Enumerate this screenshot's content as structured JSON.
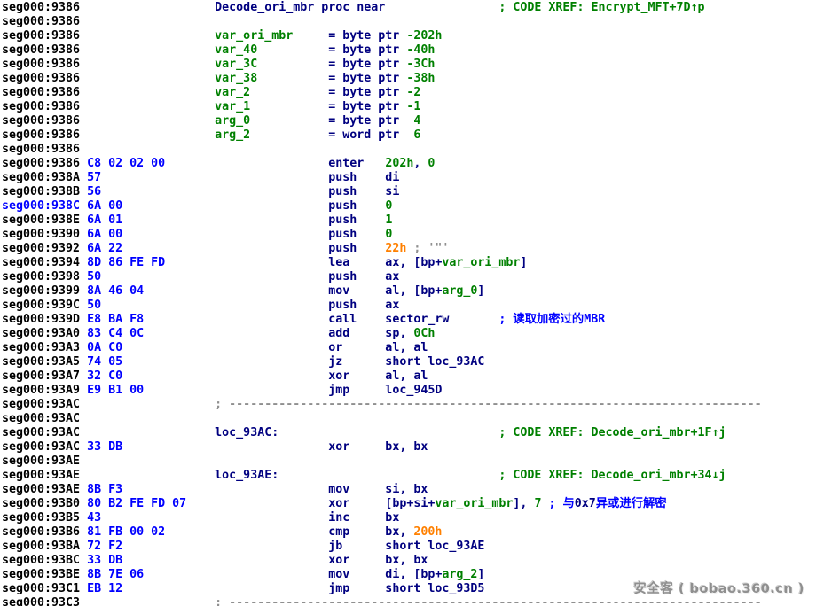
{
  "colors": {
    "background": "#ffffff",
    "address": "#000000",
    "selected_address": "#0000ff",
    "opcode_bytes": "#0000ff",
    "instruction": "#000080",
    "immediate_value": "#008000",
    "char_value": "#ff8000",
    "xref_comment": "#008000",
    "user_comment": "#0000ff",
    "separator": "#8f8f8f"
  },
  "watermark": {
    "text": "安全客 ( bobao.360.cn )"
  },
  "listing": {
    "function_name": "Decode_ori_mbr",
    "rows": [
      [
        [
          "k",
          "seg000:9386"
        ],
        [
          "n",
          "                   Decode_ori_mbr proc near"
        ],
        [
          "g",
          "                ; CODE XREF: Encrypt_MFT+7D↑p"
        ]
      ],
      [
        [
          "k",
          "seg000:9386"
        ]
      ],
      [
        [
          "k",
          "seg000:9386"
        ],
        [
          "g",
          "                   var_ori_mbr"
        ],
        [
          "n",
          "     = byte ptr "
        ],
        [
          "g",
          "-202h"
        ]
      ],
      [
        [
          "k",
          "seg000:9386"
        ],
        [
          "g",
          "                   var_40"
        ],
        [
          "n",
          "          = byte ptr "
        ],
        [
          "g",
          "-40h"
        ]
      ],
      [
        [
          "k",
          "seg000:9386"
        ],
        [
          "g",
          "                   var_3C"
        ],
        [
          "n",
          "          = byte ptr "
        ],
        [
          "g",
          "-3Ch"
        ]
      ],
      [
        [
          "k",
          "seg000:9386"
        ],
        [
          "g",
          "                   var_38"
        ],
        [
          "n",
          "          = byte ptr "
        ],
        [
          "g",
          "-38h"
        ]
      ],
      [
        [
          "k",
          "seg000:9386"
        ],
        [
          "g",
          "                   var_2"
        ],
        [
          "n",
          "           = byte ptr "
        ],
        [
          "g",
          "-2"
        ]
      ],
      [
        [
          "k",
          "seg000:9386"
        ],
        [
          "g",
          "                   var_1"
        ],
        [
          "n",
          "           = byte ptr "
        ],
        [
          "g",
          "-1"
        ]
      ],
      [
        [
          "k",
          "seg000:9386"
        ],
        [
          "g",
          "                   arg_0"
        ],
        [
          "n",
          "           = byte ptr  "
        ],
        [
          "g",
          "4"
        ]
      ],
      [
        [
          "k",
          "seg000:9386"
        ],
        [
          "g",
          "                   arg_2"
        ],
        [
          "n",
          "           = word ptr  "
        ],
        [
          "g",
          "6"
        ]
      ],
      [
        [
          "k",
          "seg000:9386"
        ]
      ],
      [
        [
          "k",
          "seg000:9386"
        ],
        [
          "a",
          " C8 02 02 00"
        ],
        [
          "n",
          "                       enter   "
        ],
        [
          "g",
          "202h"
        ],
        [
          "n",
          ", "
        ],
        [
          "g",
          "0"
        ]
      ],
      [
        [
          "k",
          "seg000:938A"
        ],
        [
          "a",
          " 57"
        ],
        [
          "n",
          "                                push    di"
        ]
      ],
      [
        [
          "k",
          "seg000:938B"
        ],
        [
          "a",
          " 56"
        ],
        [
          "n",
          "                                push    si"
        ]
      ],
      [
        [
          "a",
          "seg000:938C"
        ],
        [
          "a",
          " 6A 00"
        ],
        [
          "n",
          "                             push    "
        ],
        [
          "g",
          "0"
        ]
      ],
      [
        [
          "k",
          "seg000:938E"
        ],
        [
          "a",
          " 6A 01"
        ],
        [
          "n",
          "                             push    "
        ],
        [
          "g",
          "1"
        ]
      ],
      [
        [
          "k",
          "seg000:9390"
        ],
        [
          "a",
          " 6A 00"
        ],
        [
          "n",
          "                             push    "
        ],
        [
          "g",
          "0"
        ]
      ],
      [
        [
          "k",
          "seg000:9392"
        ],
        [
          "a",
          " 6A 22"
        ],
        [
          "n",
          "                             push    "
        ],
        [
          "o",
          "22h"
        ],
        [
          "y",
          " ; '\"'"
        ]
      ],
      [
        [
          "k",
          "seg000:9394"
        ],
        [
          "a",
          " 8D 86 FE FD"
        ],
        [
          "n",
          "                       lea     ax, [bp+"
        ],
        [
          "g",
          "var_ori_mbr"
        ],
        [
          "n",
          "]"
        ]
      ],
      [
        [
          "k",
          "seg000:9398"
        ],
        [
          "a",
          " 50"
        ],
        [
          "n",
          "                                push    ax"
        ]
      ],
      [
        [
          "k",
          "seg000:9399"
        ],
        [
          "a",
          " 8A 46 04"
        ],
        [
          "n",
          "                          mov     al, [bp+"
        ],
        [
          "g",
          "arg_0"
        ],
        [
          "n",
          "]"
        ]
      ],
      [
        [
          "k",
          "seg000:939C"
        ],
        [
          "a",
          " 50"
        ],
        [
          "n",
          "                                push    ax"
        ]
      ],
      [
        [
          "k",
          "seg000:939D"
        ],
        [
          "a",
          " E8 BA F8"
        ],
        [
          "n",
          "                          call    sector_rw"
        ],
        [
          "a",
          "       ; 读取加密过的MBR"
        ]
      ],
      [
        [
          "k",
          "seg000:93A0"
        ],
        [
          "a",
          " 83 C4 0C"
        ],
        [
          "n",
          "                          add     sp, "
        ],
        [
          "g",
          "0Ch"
        ]
      ],
      [
        [
          "k",
          "seg000:93A3"
        ],
        [
          "a",
          " 0A C0"
        ],
        [
          "n",
          "                             or      al, al"
        ]
      ],
      [
        [
          "k",
          "seg000:93A5"
        ],
        [
          "a",
          " 74 05"
        ],
        [
          "n",
          "                             jz      short loc_93AC"
        ]
      ],
      [
        [
          "k",
          "seg000:93A7"
        ],
        [
          "a",
          " 32 C0"
        ],
        [
          "n",
          "                             xor     al, al"
        ]
      ],
      [
        [
          "k",
          "seg000:93A9"
        ],
        [
          "a",
          " E9 B1 00"
        ],
        [
          "n",
          "                          jmp     loc_945D"
        ]
      ],
      [
        [
          "k",
          "seg000:93AC"
        ],
        [
          "y",
          "                   ; ---------------------------------------------------------------------------"
        ]
      ],
      [
        [
          "k",
          "seg000:93AC"
        ]
      ],
      [
        [
          "k",
          "seg000:93AC"
        ],
        [
          "n",
          "                   loc_93AC:"
        ],
        [
          "g",
          "                               ; CODE XREF: Decode_ori_mbr+1F↑j"
        ]
      ],
      [
        [
          "k",
          "seg000:93AC"
        ],
        [
          "a",
          " 33 DB"
        ],
        [
          "n",
          "                             xor     bx, bx"
        ]
      ],
      [
        [
          "k",
          "seg000:93AE"
        ]
      ],
      [
        [
          "k",
          "seg000:93AE"
        ],
        [
          "n",
          "                   loc_93AE:"
        ],
        [
          "g",
          "                               ; CODE XREF: Decode_ori_mbr+34↓j"
        ]
      ],
      [
        [
          "k",
          "seg000:93AE"
        ],
        [
          "a",
          " 8B F3"
        ],
        [
          "n",
          "                             mov     si, bx"
        ]
      ],
      [
        [
          "k",
          "seg000:93B0"
        ],
        [
          "a",
          " 80 B2 FE FD 07"
        ],
        [
          "n",
          "                    xor     [bp+si+"
        ],
        [
          "g",
          "var_ori_mbr"
        ],
        [
          "n",
          "], "
        ],
        [
          "g",
          "7"
        ],
        [
          "a",
          " ; 与"
        ],
        [
          "n",
          "0x7"
        ],
        [
          "a",
          "异或进行解密"
        ]
      ],
      [
        [
          "k",
          "seg000:93B5"
        ],
        [
          "a",
          " 43"
        ],
        [
          "n",
          "                                inc     bx"
        ]
      ],
      [
        [
          "k",
          "seg000:93B6"
        ],
        [
          "a",
          " 81 FB 00 02"
        ],
        [
          "n",
          "                       cmp     bx, "
        ],
        [
          "o",
          "200h"
        ]
      ],
      [
        [
          "k",
          "seg000:93BA"
        ],
        [
          "a",
          " 72 F2"
        ],
        [
          "n",
          "                             jb      short loc_93AE"
        ]
      ],
      [
        [
          "k",
          "seg000:93BC"
        ],
        [
          "a",
          " 33 DB"
        ],
        [
          "n",
          "                             xor     bx, bx"
        ]
      ],
      [
        [
          "k",
          "seg000:93BE"
        ],
        [
          "a",
          " 8B 7E 06"
        ],
        [
          "n",
          "                          mov     di, [bp+"
        ],
        [
          "g",
          "arg_2"
        ],
        [
          "n",
          "]"
        ]
      ],
      [
        [
          "k",
          "seg000:93C1"
        ],
        [
          "a",
          " EB 12"
        ],
        [
          "n",
          "                             jmp     short loc_93D5"
        ]
      ],
      [
        [
          "k",
          "seg000:93C3"
        ],
        [
          "y",
          "                   ; ---------------------------------------------------------------------------"
        ]
      ]
    ]
  }
}
